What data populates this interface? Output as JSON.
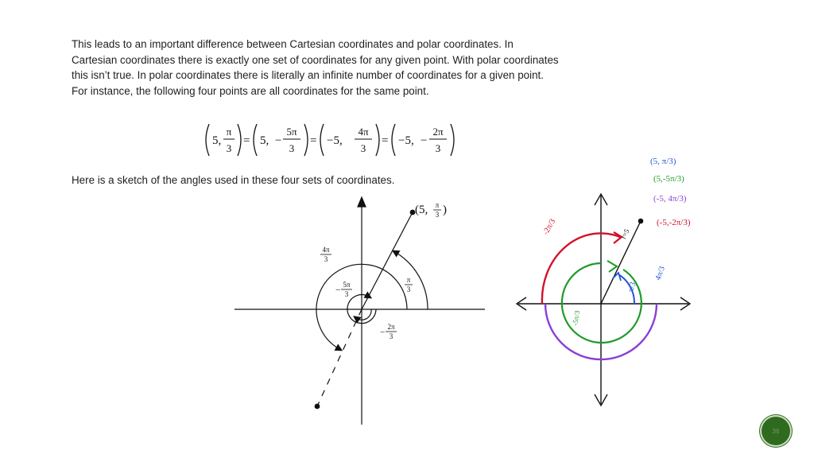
{
  "paragraph_lines": [
    "This leads to an important difference between Cartesian coordinates and polar coordinates.  In",
    "Cartesian coordinates there is exactly one set of coordinates for any given point.  With polar coordinates",
    "this isn’t true.  In polar coordinates there is literally an infinite number of coordinates for a given point.",
    "For instance, the following four points are all coordinates for the same point."
  ],
  "equation": {
    "terms": [
      {
        "r": "5,",
        "sign": "",
        "num": "π",
        "den": "3"
      },
      {
        "r": "5,",
        "sign": "−",
        "num": "5π",
        "den": "3"
      },
      {
        "r": "−5,",
        "sign": "",
        "num": "4π",
        "den": "3"
      },
      {
        "r": "−5,",
        "sign": "−",
        "num": "2π",
        "den": "3"
      }
    ],
    "equals": "="
  },
  "sketch_intro": "Here is a sketch of the angles used in these four sets of coordinates.",
  "left_sketch": {
    "point_label": "(5,",
    "point_label_num": "π",
    "point_label_den": "3",
    "point_label_close": ")",
    "angle_pi3": {
      "num": "π",
      "den": "3"
    },
    "angle_4pi3": {
      "num": "4π",
      "den": "3"
    },
    "angle_neg5pi3": {
      "sign": "−",
      "num": "5π",
      "den": "3"
    },
    "angle_neg2pi3": {
      "sign": "−",
      "num": "2π",
      "den": "3"
    }
  },
  "right_sketch": {
    "labels": [
      {
        "text": "(5, π/3)",
        "color": "#2456d6"
      },
      {
        "text": "(5,-5π/3)",
        "color": "#1e9a2a"
      },
      {
        "text": "(-5, 4π/3)",
        "color": "#8a3fd6"
      },
      {
        "text": "(-5,-2π/3)",
        "color": "#d1122a"
      }
    ],
    "radius_label": "r=5",
    "red_angle": "-2π/3",
    "blue_angle": "π/3",
    "purple_angle": "4π/3",
    "green_angle": "-5π/3"
  },
  "page_number": "36",
  "colors": {
    "badge": "#2f6b1f",
    "blue": "#2456d6",
    "green": "#1e9a2a",
    "purple": "#8a3fd6",
    "red": "#d1122a"
  }
}
